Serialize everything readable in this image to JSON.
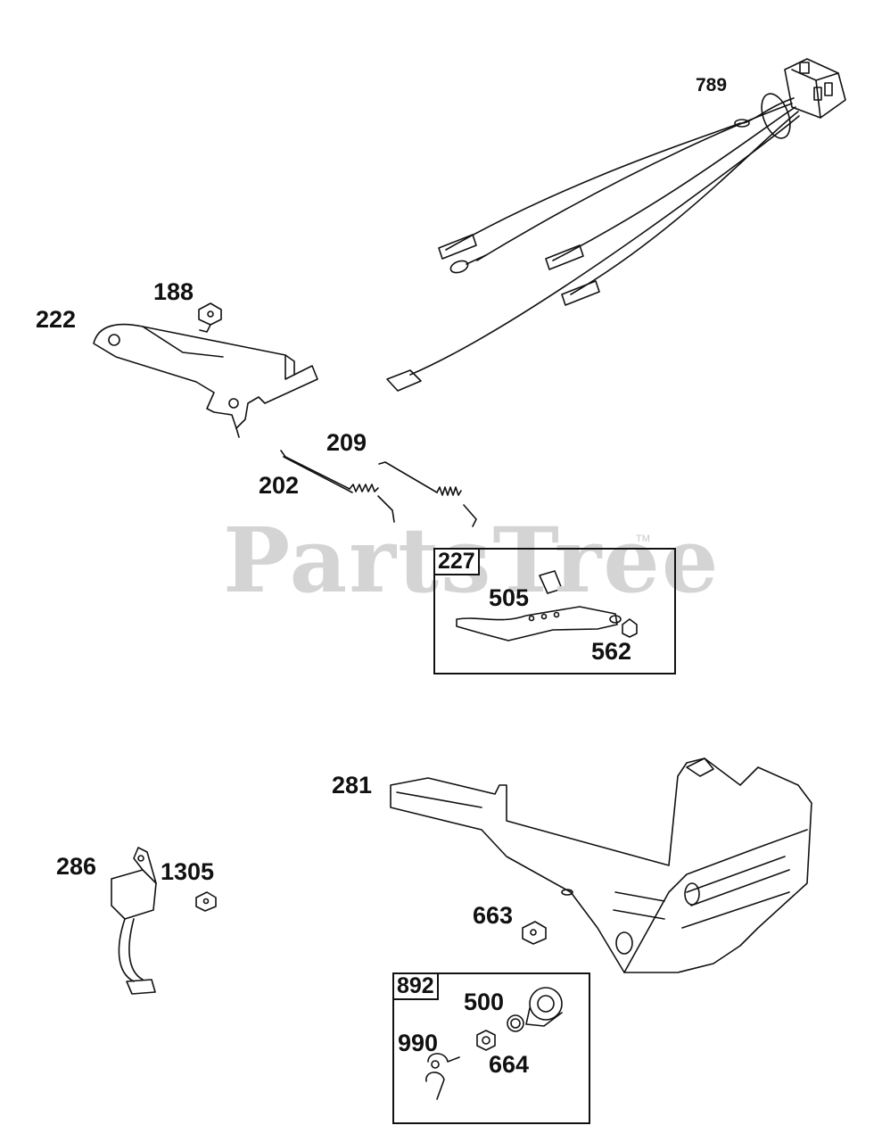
{
  "watermark": {
    "text": "PartsTree",
    "tm": "TM"
  },
  "callouts": {
    "p789": "789",
    "p188": "188",
    "p222": "222",
    "p209": "209",
    "p202": "202",
    "p505": "505",
    "p562": "562",
    "p281": "281",
    "p286": "286",
    "p1305": "1305",
    "p663": "663",
    "p500": "500",
    "p990": "990",
    "p664": "664"
  },
  "kits": {
    "k227": "227",
    "k892": "892"
  },
  "colors": {
    "line": "#111111",
    "watermark": "#d4d4d4"
  }
}
